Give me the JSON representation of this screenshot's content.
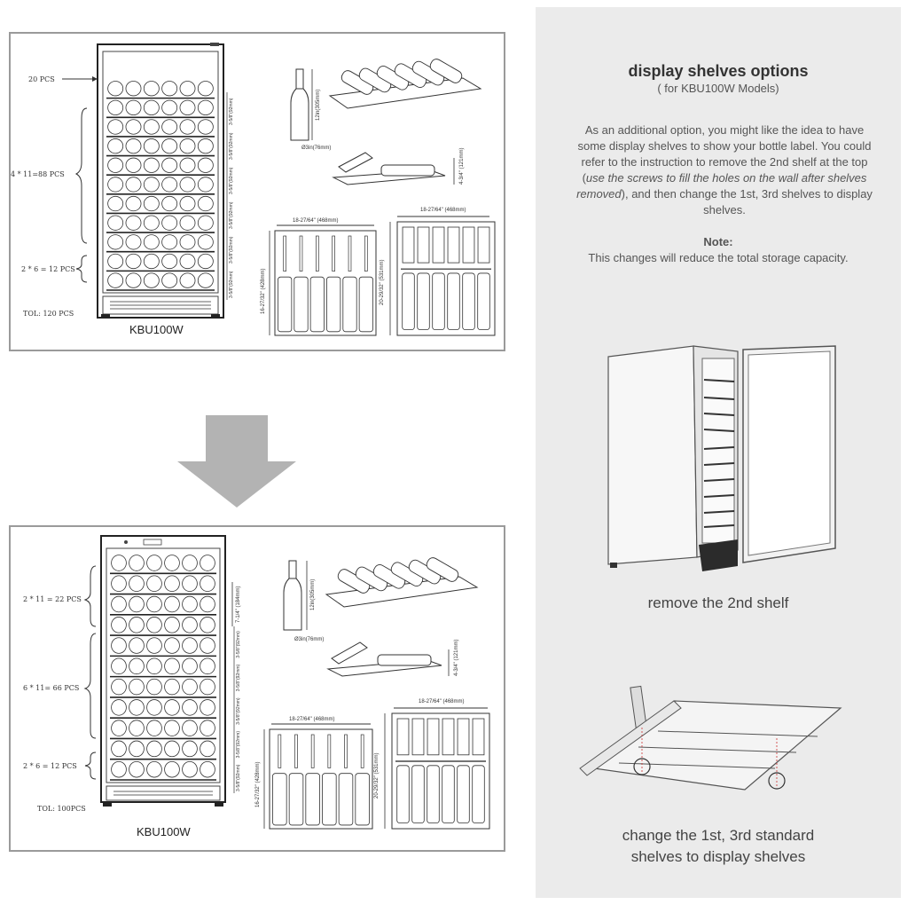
{
  "top_panel": {
    "labels": {
      "count_a": "20 PCS",
      "count_b": "4 * 11=88 PCS",
      "count_c": "2 * 6 = 12 PCS",
      "total": "TOL: 120 PCS"
    },
    "model": "KBU100W",
    "dims": {
      "bottle_height": "12in(305mm)",
      "bottle_diameter": "Ø3in(76mm)",
      "shelf_depth": "4-3/4\" (121mm)",
      "front_width": "18-27/64\" (468mm)",
      "front_height": "16-27/32\" (428mm)",
      "side_width": "18-27/64\" (468mm)",
      "side_height": "20-29/32\" (531mm)",
      "pitch": "3-5/8\"(92mm)"
    }
  },
  "bottom_panel": {
    "labels": {
      "count_a": "2 * 11 = 22 PCS",
      "count_b": "6 * 11= 66 PCS",
      "count_c": "2 * 6 = 12 PCS",
      "total": "TOL: 100PCS"
    },
    "model": "KBU100W",
    "dims": {
      "bottle_height": "12in(305mm)",
      "bottle_diameter": "Ø3in(76mm)",
      "shelf_depth": "4-3/4\" (121mm)",
      "front_width": "18-27/64\" (468mm)",
      "front_height": "16-27/32\" (428mm)",
      "side_width": "18-27/64\" (468mm)",
      "side_height": "20-29/32\" (531mm)",
      "gap": "7-1/4\" (184mm)",
      "pitch": "3-5/8\"(92mm)"
    }
  },
  "side": {
    "title": "display shelves options",
    "subtitle": "( for KBU100W Models)",
    "para_1": "As an additional option, you might like the idea to have some display shelves to show your bottle label. You could refer to the instruction to remove the 2nd shelf at the top (",
    "para_italic": "use the screws to fill the holes on the wall after shelves removed",
    "para_2": "), and then change the 1st, 3rd shelves to display shelves.",
    "note_title": "Note:",
    "note_text": "This changes will reduce the total storage capacity.",
    "caption_1": "remove the 2nd shelf",
    "caption_2_line1": "change the 1st, 3rd standard",
    "caption_2_line2": "shelves to display shelves"
  },
  "colors": {
    "arrow": "#b3b3b3",
    "panel_border": "#9a9a9a",
    "sidebar_bg": "#ebebeb",
    "line_art": "#333333"
  }
}
